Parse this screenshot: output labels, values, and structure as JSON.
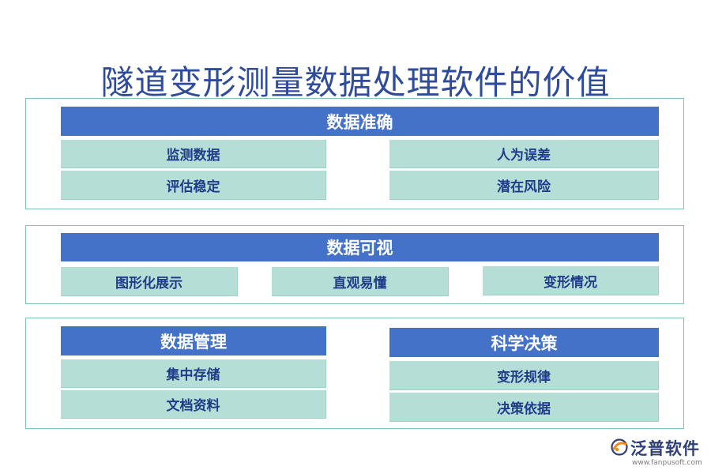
{
  "title": "隧道变形测量数据处理软件的价值",
  "sections": {
    "accuracy": {
      "header": "数据准确",
      "left": [
        "监测数据",
        "评估稳定"
      ],
      "right": [
        "人为误差",
        "潜在风险"
      ]
    },
    "visual": {
      "header": "数据可视",
      "items": [
        "图形化展示",
        "直观易懂",
        "变形情况"
      ]
    },
    "management": {
      "header": "数据管理",
      "items": [
        "集中存储",
        "文档资料"
      ]
    },
    "decision": {
      "header": "科学决策",
      "items": [
        "变形规律",
        "决策依据"
      ]
    }
  },
  "logo": {
    "name": "泛普软件",
    "url": "www.fanpusoft.com"
  },
  "colors": {
    "header_bar": "#4472c9",
    "cell": "#b4ded6",
    "panel_border": "#7fc2b5",
    "title": "#2e4b9c",
    "logo_orange": "#f08c1e"
  }
}
